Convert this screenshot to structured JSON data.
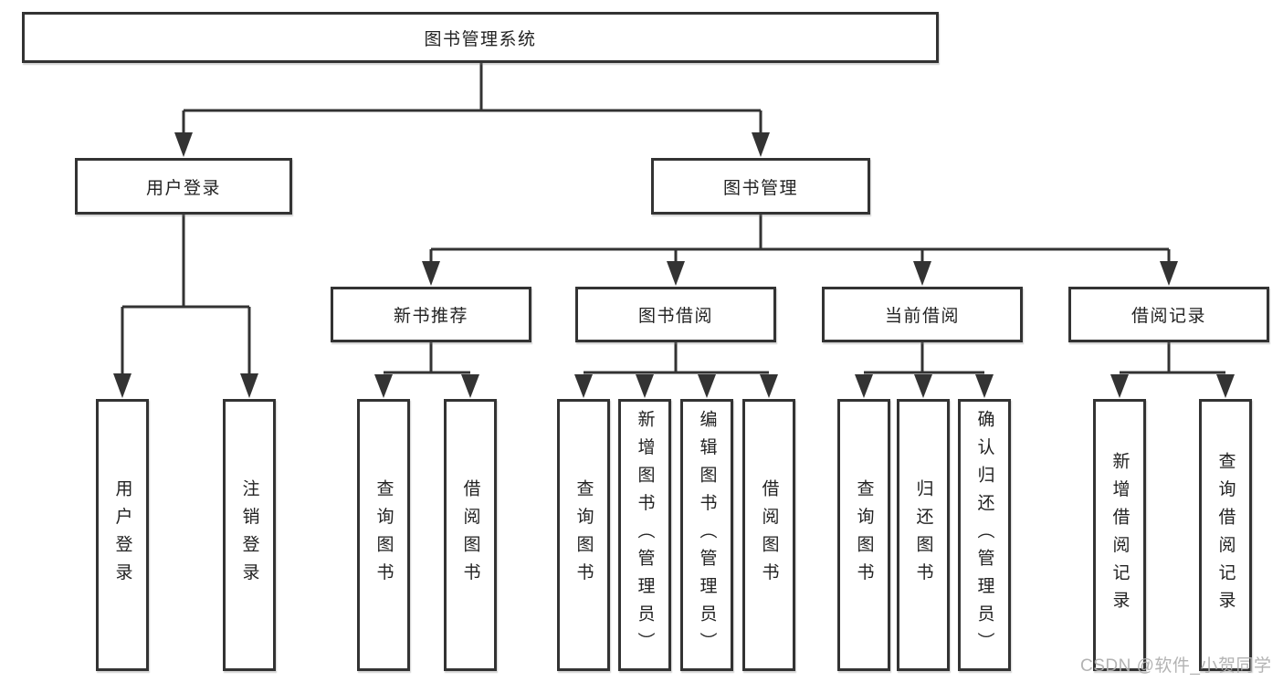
{
  "diagram": {
    "title": "图书管理系统",
    "root": {
      "label": "图书管理系统"
    },
    "level2": [
      {
        "label": "用户登录",
        "parent": "图书管理系统"
      },
      {
        "label": "图书管理",
        "parent": "图书管理系统"
      }
    ],
    "level3": [
      {
        "label": "新书推荐",
        "parent": "图书管理"
      },
      {
        "label": "图书借阅",
        "parent": "图书管理"
      },
      {
        "label": "当前借阅",
        "parent": "图书管理"
      },
      {
        "label": "借阅记录",
        "parent": "图书管理"
      }
    ],
    "leaves": [
      {
        "label": "用户登录",
        "parent": "用户登录"
      },
      {
        "label": "注销登录",
        "parent": "用户登录"
      },
      {
        "label": "查询图书",
        "parent": "新书推荐"
      },
      {
        "label": "借阅图书",
        "parent": "新书推荐"
      },
      {
        "label": "查询图书",
        "parent": "图书借阅"
      },
      {
        "label": "新增图书（管理员）",
        "parent": "图书借阅"
      },
      {
        "label": "编辑图书（管理员）",
        "parent": "图书借阅"
      },
      {
        "label": "借阅图书",
        "parent": "图书借阅"
      },
      {
        "label": "查询图书",
        "parent": "当前借阅"
      },
      {
        "label": "归还图书",
        "parent": "当前借阅"
      },
      {
        "label": "确认归还（管理员）",
        "parent": "当前借阅"
      },
      {
        "label": "新增借阅记录",
        "parent": "借阅记录"
      },
      {
        "label": "查询借阅记录",
        "parent": "借阅记录"
      }
    ],
    "watermark": {
      "text": "CSDN @软件_小贺同学"
    },
    "colors": {
      "line": "#333333",
      "box_border": "#333333",
      "text": "#222222",
      "watermark": "#afafaf",
      "background": "#ffffff"
    }
  }
}
